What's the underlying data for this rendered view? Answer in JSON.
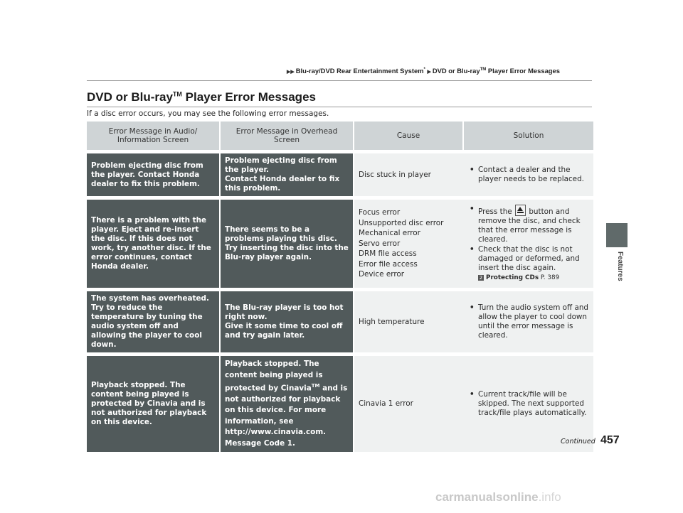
{
  "breadcrumb": {
    "item1": "Blu-ray/DVD Rear Entertainment System",
    "item1_mark": "*",
    "item2_pre": "DVD or Blu-ray",
    "item2_tm": "TM",
    "item2_post": " Player Error Messages"
  },
  "side_tab_label": "Features",
  "title": {
    "pre": "DVD or Blu-ray",
    "tm": "TM",
    "post": " Player Error Messages"
  },
  "intro": "If a disc error occurs, you may see the following error messages.",
  "table": {
    "headers": [
      "Error Message in Audio/ Information Screen",
      "Error Message in Overhead Screen",
      "Cause",
      "Solution"
    ],
    "rows": [
      {
        "audio_msg": "Problem ejecting disc from the player. Contact Honda dealer to fix this problem.",
        "overhead_msg_lines": [
          "Problem ejecting disc from the player.",
          "Contact Honda dealer to fix this problem."
        ],
        "cause_lines": [
          "Disc stuck in player"
        ],
        "solution_bullets": [
          "Contact a dealer and the player needs to be replaced."
        ]
      },
      {
        "audio_msg": "There is a problem with the player. Eject and re-insert the disc. If this does not work, try another disc. If the error continues, contact Honda dealer.",
        "overhead_msg_lines": [
          "There seems to be a problems playing this disc. Try inserting the disc into the Blu-ray player again."
        ],
        "cause_lines": [
          "Focus error",
          "Unsupported disc error",
          "Mechanical error",
          "Servo error",
          "DRM file access",
          "Error file access",
          "Device error"
        ],
        "solution_b1_pre": "Press the",
        "solution_b1_post": "button and remove the disc, and check that the error message is cleared.",
        "solution_b2": "Check that the disc is not damaged or deformed, and insert the disc again.",
        "ref_icon": "2",
        "ref_label": "Protecting CDs",
        "ref_page": " P. 389"
      },
      {
        "audio_msg": "The system has overheated. Try to reduce the temperature by tuning the audio system off and allowing the player to cool down.",
        "overhead_msg_lines": [
          "The Blu-ray player is too hot right now.",
          "Give it some time to cool off and try again later."
        ],
        "cause_lines": [
          "High temperature"
        ],
        "solution_bullets": [
          "Turn the audio system off and allow the player to cool down until the error message is cleared."
        ]
      },
      {
        "audio_msg": "Playback stopped. The content being played is protected by Cinavia and is not authorized for playback on this device.",
        "overhead_msg_pre": "Playback stopped. The content being played is protected by Cinavia",
        "overhead_msg_tm": "TM",
        "overhead_msg_post": " and is not authorized for playback on this device. For more information, see http://www.cinavia.com. Message Code 1.",
        "cause_lines": [
          "Cinavia 1 error"
        ],
        "solution_bullets": [
          "Current track/file will be skipped. The next supported track/file plays automatically."
        ]
      }
    ]
  },
  "footer": {
    "continued": "Continued",
    "page_number": "457",
    "watermark_main": "carmanualsonline",
    "watermark_suffix": ".info"
  }
}
